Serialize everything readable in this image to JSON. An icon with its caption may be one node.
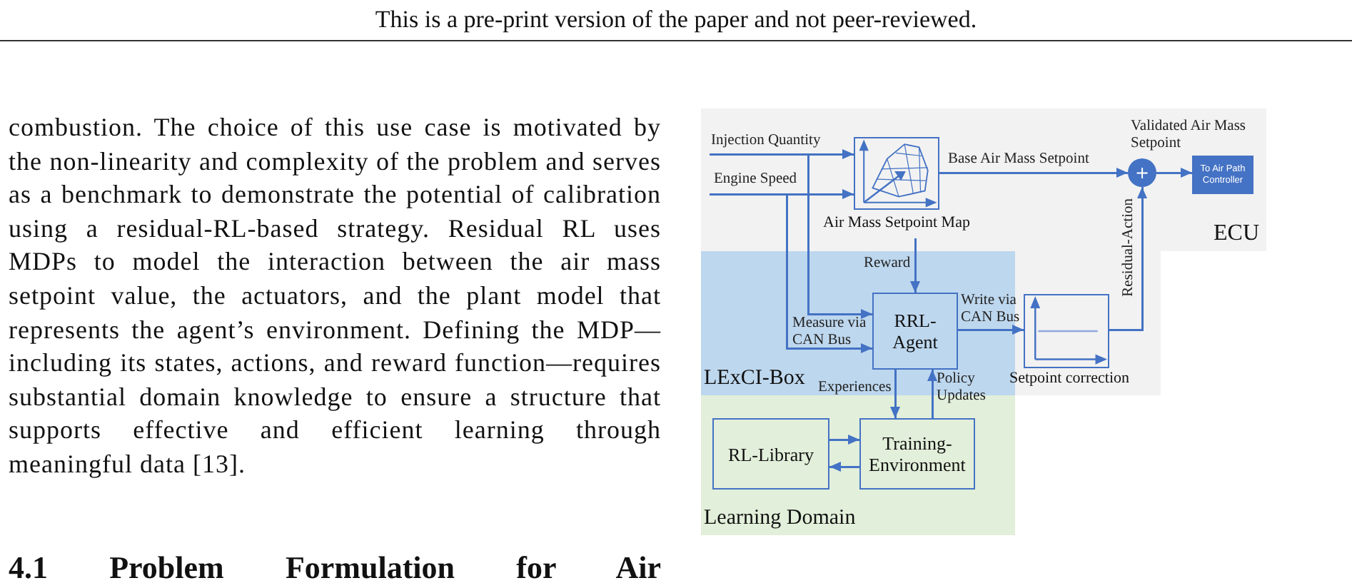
{
  "diagram": {
    "nodes": [
      {
        "text": [
          "ECU"
        ]
      },
      {
        "text": [],
        "shape": "picture",
        "beside": [
          "Air Mass Setpoint Map"
        ],
        "in": 0
      },
      {
        "text": [
          "+"
        ],
        "in": 0
      },
      {
        "text": [
          "To Air Path Controller"
        ],
        "in": 0
      },
      {
        "text": [],
        "shape": "picture",
        "beside": [
          "Setpoint correction"
        ],
        "in": 0
      },
      {
        "text": [
          "LExCI-Box"
        ],
        "in": 0
      },
      {
        "text": [
          "RRL-Agent"
        ],
        "in": 5
      },
      {
        "text": [
          "Learning Domain"
        ]
      },
      {
        "text": [
          "RL-Library"
        ],
        "in": 7
      },
      {
        "text": [
          "Training-Environment"
        ],
        "in": 7
      }
    ],
    "edges": [
      {
        "from": null,
        "to": 1,
        "arrow": "to",
        "label": "Injection Quantity"
      },
      {
        "from": null,
        "to": 1,
        "arrow": "to",
        "label": "Engine Speed"
      },
      {
        "from": null,
        "to": 6,
        "arrow": "to"
      },
      {
        "from": null,
        "to": 6,
        "arrow": "to",
        "label": "Measure via CAN Bus"
      },
      {
        "from": 1,
        "to": 2,
        "arrow": "to",
        "label": "Base Air Mass Setpoint"
      },
      {
        "from": 2,
        "to": 3,
        "arrow": "to",
        "label": "Validated Air Mass Setpoint"
      },
      {
        "from": 1,
        "to": 6,
        "arrow": "to",
        "label": "Reward"
      },
      {
        "from": 6,
        "to": 4,
        "arrow": "to",
        "label": "Write via CAN Bus"
      },
      {
        "from": 4,
        "to": 2,
        "arrow": "to",
        "label": "Residual-Action"
      },
      {
        "from": 6,
        "to": 9,
        "arrow": "to",
        "label": "Experiences"
      },
      {
        "from": 9,
        "to": 6,
        "arrow": "to",
        "label": "Policy Updates"
      },
      {
        "from": 8,
        "to": 9,
        "arrow": "to"
      },
      {
        "from": 9,
        "to": 8,
        "arrow": "to"
      }
    ],
    "labels": [
      "This is a pre-print version of the paper and not peer-reviewed.",
      "combustion. The choice of this use case is motivated by the non-linearity and complexity of the problem and serves as a benchmark to demonstrate the potential of calibration using a residual-RL-based strategy. Residual RL uses MDPs to model the interaction between the air mass setpoint value, the actuators, and the plant model that represents the agent’s environment. Defining the MDP—including its states, actions, and reward function—requires substantial domain knowledge to ensure a structure that supports effective and efficient learning through meaningful data [13].",
      "4.1 Problem Formulation for Air"
    ]
  }
}
